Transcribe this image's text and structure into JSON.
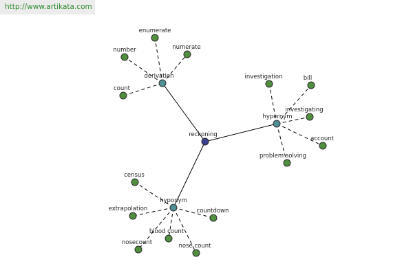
{
  "banner": {
    "url": "http://www.artikata.com"
  },
  "graph": {
    "colors": {
      "root": "#3a3f8f",
      "hub": "#4f8f96",
      "leaf": "#4f8f3e",
      "node_stroke": "#2b2b2b",
      "edge": "#000000"
    },
    "nodes": [
      {
        "id": "reckoning",
        "label": "reckoning",
        "role": "root"
      },
      {
        "id": "derivation",
        "label": "derivation",
        "role": "hub"
      },
      {
        "id": "hypernym",
        "label": "hypernym",
        "role": "hub"
      },
      {
        "id": "hyponym",
        "label": "hyponym",
        "role": "hub"
      },
      {
        "id": "enumerate",
        "label": "enumerate",
        "role": "leaf"
      },
      {
        "id": "numerate",
        "label": "numerate",
        "role": "leaf"
      },
      {
        "id": "number",
        "label": "number",
        "role": "leaf"
      },
      {
        "id": "count",
        "label": "count",
        "role": "leaf"
      },
      {
        "id": "investigation",
        "label": "investigation",
        "role": "leaf"
      },
      {
        "id": "bill",
        "label": "bill",
        "role": "leaf"
      },
      {
        "id": "investigating",
        "label": "investigating",
        "role": "leaf"
      },
      {
        "id": "account",
        "label": "account",
        "role": "leaf"
      },
      {
        "id": "problem-solving",
        "label": "problem solving",
        "role": "leaf"
      },
      {
        "id": "census",
        "label": "census",
        "role": "leaf"
      },
      {
        "id": "extrapolation",
        "label": "extrapolation",
        "role": "leaf"
      },
      {
        "id": "countdown",
        "label": "countdown",
        "role": "leaf"
      },
      {
        "id": "blood-count",
        "label": "blood count",
        "role": "leaf"
      },
      {
        "id": "nosecount",
        "label": "nosecount",
        "role": "leaf"
      },
      {
        "id": "nose-count",
        "label": "nose count",
        "role": "leaf"
      }
    ],
    "edges": [
      {
        "from": "reckoning",
        "to": "derivation",
        "style": "solid"
      },
      {
        "from": "reckoning",
        "to": "hypernym",
        "style": "solid"
      },
      {
        "from": "reckoning",
        "to": "hyponym",
        "style": "solid"
      },
      {
        "from": "derivation",
        "to": "enumerate",
        "style": "dashed"
      },
      {
        "from": "derivation",
        "to": "numerate",
        "style": "dashed"
      },
      {
        "from": "derivation",
        "to": "number",
        "style": "dashed"
      },
      {
        "from": "derivation",
        "to": "count",
        "style": "dashed"
      },
      {
        "from": "hypernym",
        "to": "investigation",
        "style": "dashed"
      },
      {
        "from": "hypernym",
        "to": "bill",
        "style": "dashed"
      },
      {
        "from": "hypernym",
        "to": "investigating",
        "style": "dashed"
      },
      {
        "from": "hypernym",
        "to": "account",
        "style": "dashed"
      },
      {
        "from": "hypernym",
        "to": "problem-solving",
        "style": "dashed"
      },
      {
        "from": "hyponym",
        "to": "census",
        "style": "dashed"
      },
      {
        "from": "hyponym",
        "to": "extrapolation",
        "style": "dashed"
      },
      {
        "from": "hyponym",
        "to": "countdown",
        "style": "dashed"
      },
      {
        "from": "hyponym",
        "to": "blood-count",
        "style": "dashed"
      },
      {
        "from": "hyponym",
        "to": "nosecount",
        "style": "dashed"
      },
      {
        "from": "hyponym",
        "to": "nose-count",
        "style": "dashed"
      }
    ]
  }
}
